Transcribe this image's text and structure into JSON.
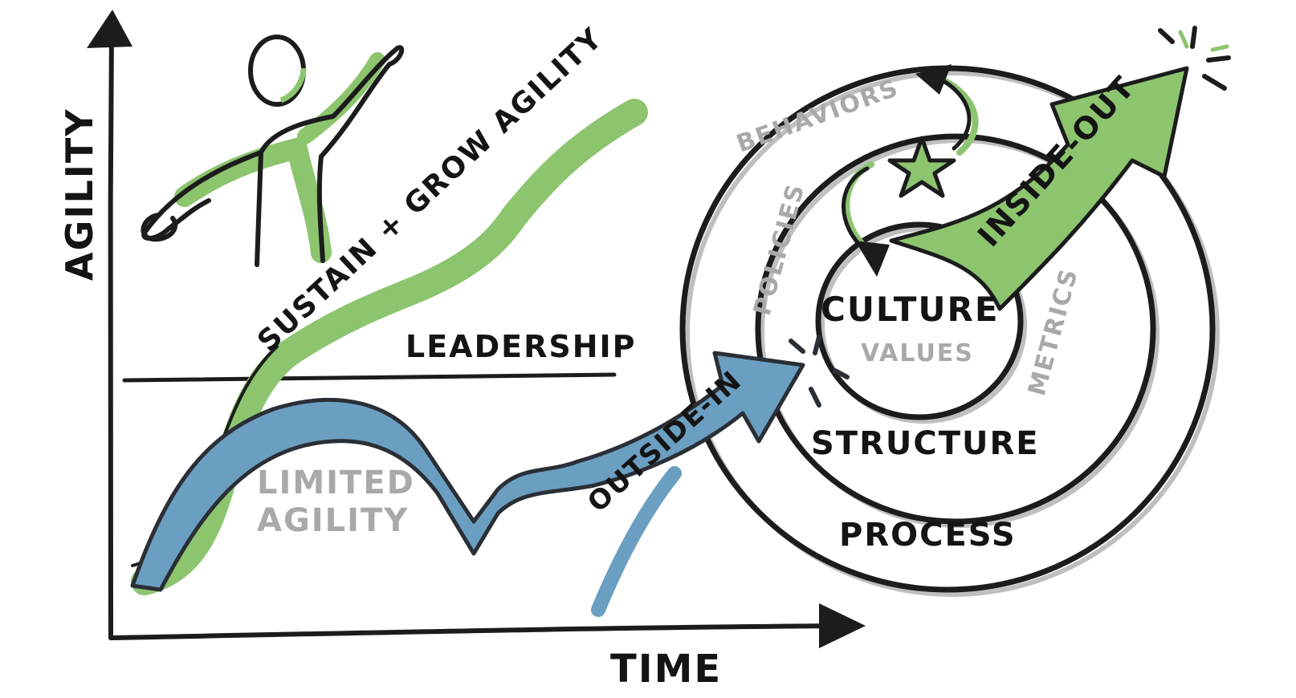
{
  "axes": {
    "y_label": "AGILITY",
    "x_label": "TIME"
  },
  "curves": {
    "sustain_label": "SUSTAIN + GROW AGILITY",
    "leadership_label": "LEADERSHIP",
    "limited_label_line1": "LIMITED",
    "limited_label_line2": "AGILITY"
  },
  "arrows": {
    "outside_in": "OUTSIDE-IN",
    "inside_out": "INSIDE-OUT"
  },
  "rings": {
    "culture": "CULTURE",
    "values": "VALUES",
    "policies": "POLICIES",
    "metrics": "METRICS",
    "behaviors": "BEHAVIORS",
    "structure": "STRUCTURE",
    "process": "PROCESS"
  },
  "colors": {
    "green": "#8cc56e",
    "blue": "#6b9fc2",
    "ink": "#1c1c1c",
    "grey_text": "#a9a9a9"
  },
  "icons": {
    "figure": "cheering-person-icon",
    "star": "star-icon"
  }
}
